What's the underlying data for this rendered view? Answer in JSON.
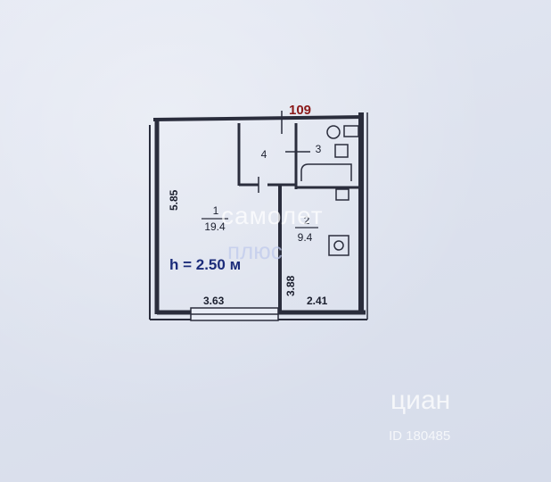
{
  "plan": {
    "number_label": "109",
    "height_label": "h = 2.50 м",
    "rooms": [
      {
        "id": "1",
        "area": "19.4"
      },
      {
        "id": "2",
        "area": "9.4"
      },
      {
        "id": "3",
        "area": ""
      },
      {
        "id": "4",
        "area": ""
      }
    ],
    "dimensions": {
      "left_height": "5.85",
      "room1_width": "3.63",
      "room2_width": "2.41",
      "partition_length": "3.88"
    }
  },
  "watermarks": {
    "samolet_line1": "самолет",
    "samolet_line2": "плюс",
    "cian_name": "циан",
    "cian_id": "ID 180485"
  },
  "colors": {
    "wall": "#2a2d3c",
    "accent_red": "#8b1a1a",
    "height_blue": "#1c2c7a",
    "paper": "#dfe4f0"
  }
}
